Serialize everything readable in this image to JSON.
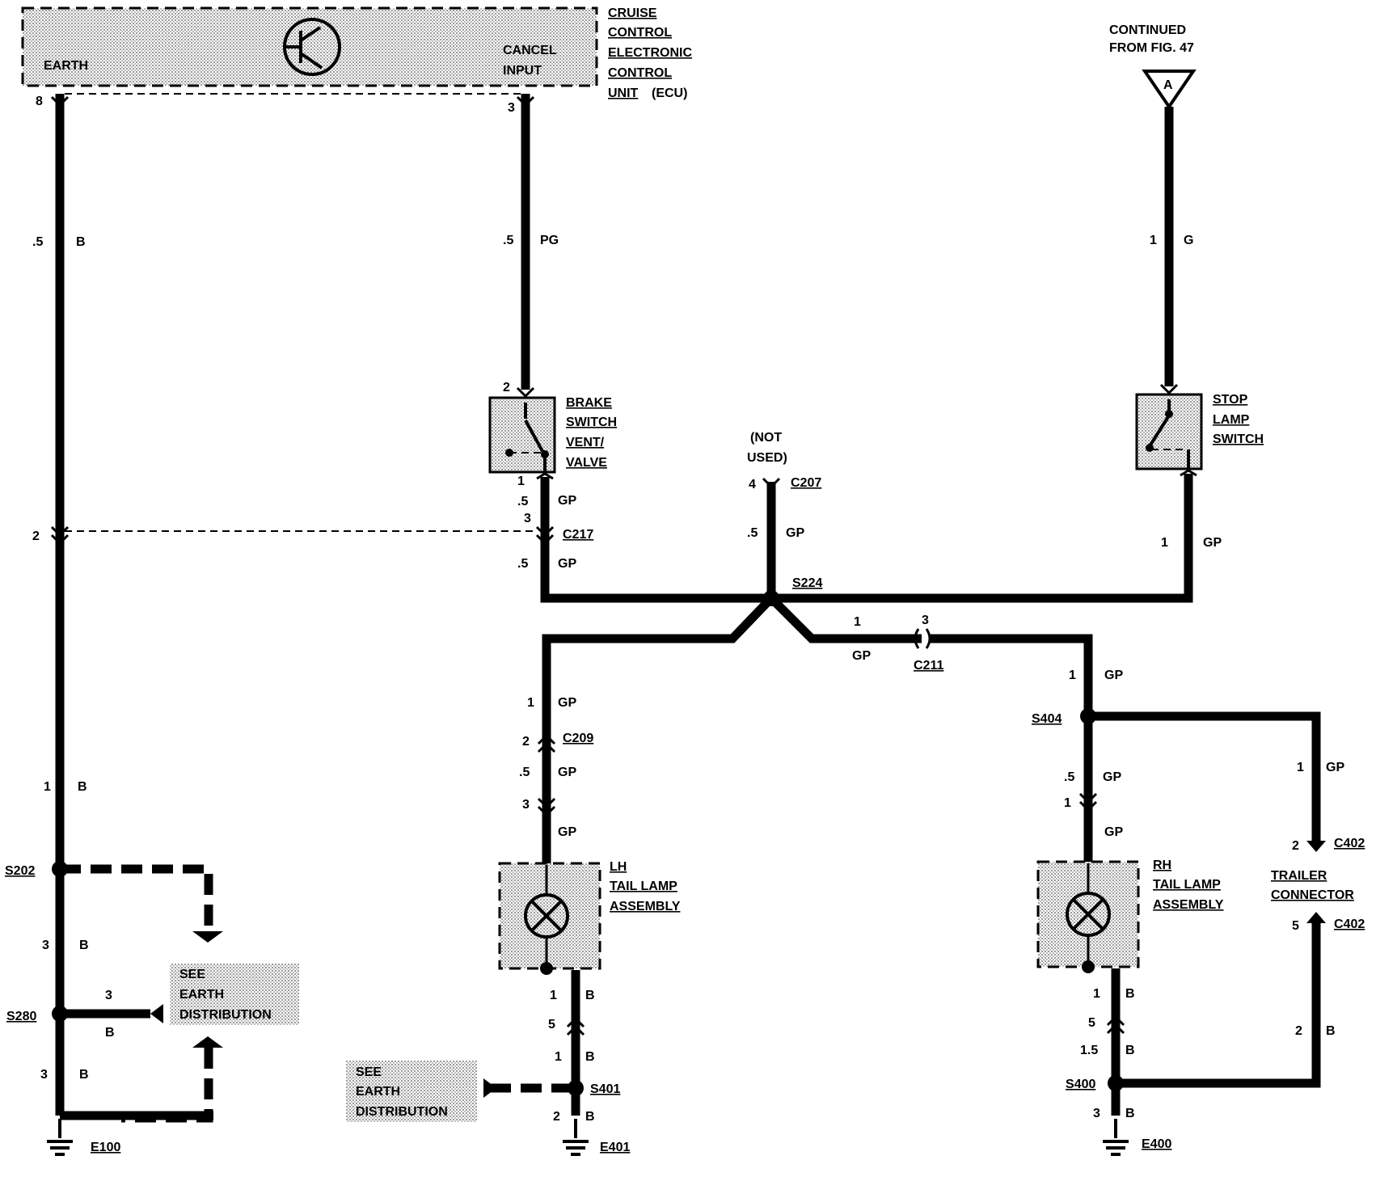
{
  "ecu": {
    "title_lines": [
      "CRUISE",
      "CONTROL",
      "ELECTRONIC",
      "CONTROL",
      "UNIT"
    ],
    "title_suffix": "(ECU)",
    "earth_label": "EARTH",
    "cancel_label": [
      "CANCEL",
      "INPUT"
    ],
    "pin_earth": "8",
    "pin_cancel": "3"
  },
  "continued": {
    "lines": [
      "CONTINUED",
      "FROM FIG. 47"
    ],
    "connector": "A"
  },
  "wires": {
    "earth_top": {
      "size": ".5",
      "color": "B"
    },
    "cancel": {
      "size": ".5",
      "color": "PG"
    },
    "stop_in": {
      "size": "1",
      "color": "G"
    },
    "stop_out": {
      "size": "1",
      "color": "GP"
    },
    "brake_out": {
      "size": ".5",
      "color": "GP"
    },
    "c217_out": {
      "size": ".5",
      "color": "GP"
    },
    "not_used": {
      "size": ".5",
      "color": "GP"
    },
    "to_c211": {
      "size": "1",
      "color": "GP"
    },
    "c211_out": {
      "size": "1",
      "color": "GP"
    },
    "lh_in": {
      "size": "1",
      "color": "GP"
    },
    "c209_out": {
      "size": ".5",
      "color": "GP"
    },
    "lh_feed": {
      "color": "GP"
    },
    "rh_in": {
      "size": ".5",
      "color": "GP"
    },
    "rh_feed": {
      "color": "GP"
    },
    "trailer_feed": {
      "size": "1",
      "color": "GP"
    },
    "earth_mid": {
      "size": "1",
      "color": "B"
    },
    "s202_s280": {
      "size": "3",
      "color": "B"
    },
    "s280_branch": {
      "size": "3",
      "color": "B"
    },
    "s280_e100": {
      "size": "3",
      "color": "B"
    },
    "lh_earth": {
      "size": "1",
      "color": "B"
    },
    "lh_earth2": {
      "size": "1",
      "color": "B"
    },
    "s401_e401": {
      "size": "2",
      "color": "B"
    },
    "rh_earth": {
      "size": "1",
      "color": "B"
    },
    "rh_earth2": {
      "size": "1.5",
      "color": "B"
    },
    "s400_e400": {
      "size": "3",
      "color": "B"
    },
    "trailer_earth": {
      "size": "2",
      "color": "B"
    }
  },
  "components": {
    "brake_switch": {
      "lines": [
        "BRAKE",
        "SWITCH",
        "VENT/",
        "VALVE"
      ],
      "pin_in": "2",
      "pin_out": "1"
    },
    "stop_lamp_switch": {
      "lines": [
        "STOP",
        "LAMP",
        "SWITCH"
      ]
    },
    "lh_tail": {
      "lines": [
        "LH",
        "TAIL LAMP",
        "ASSEMBLY"
      ]
    },
    "rh_tail": {
      "lines": [
        "RH",
        "TAIL LAMP",
        "ASSEMBLY"
      ]
    },
    "trailer_connector": {
      "lines": [
        "TRAILER",
        "CONNECTOR"
      ]
    },
    "not_used": [
      "(NOT",
      "USED)"
    ],
    "see_earth": [
      "SEE",
      "EARTH",
      "DISTRIBUTION"
    ]
  },
  "connectors": {
    "c217": {
      "name": "C217",
      "pin_upper": "3",
      "pin_left": "2"
    },
    "c207": {
      "name": "C207",
      "pin": "4"
    },
    "c211": {
      "name": "C211",
      "pin_left": "1",
      "pin_right": "3"
    },
    "c209": {
      "name": "C209",
      "pin_upper": "2",
      "pin_lower": "3"
    },
    "c402a": {
      "name": "C402",
      "pin": "2"
    },
    "c402b": {
      "name": "C402",
      "pin": "5"
    },
    "lh_conn": {
      "pin_upper": "5"
    },
    "rh_conn": {
      "pin_lower": "1",
      "pin_upper": "5"
    }
  },
  "splices": {
    "s224": "S224",
    "s404": "S404",
    "s202": "S202",
    "s280": "S280",
    "s401": "S401",
    "s400": "S400"
  },
  "grounds": {
    "e100": "E100",
    "e401": "E401",
    "e400": "E400"
  }
}
